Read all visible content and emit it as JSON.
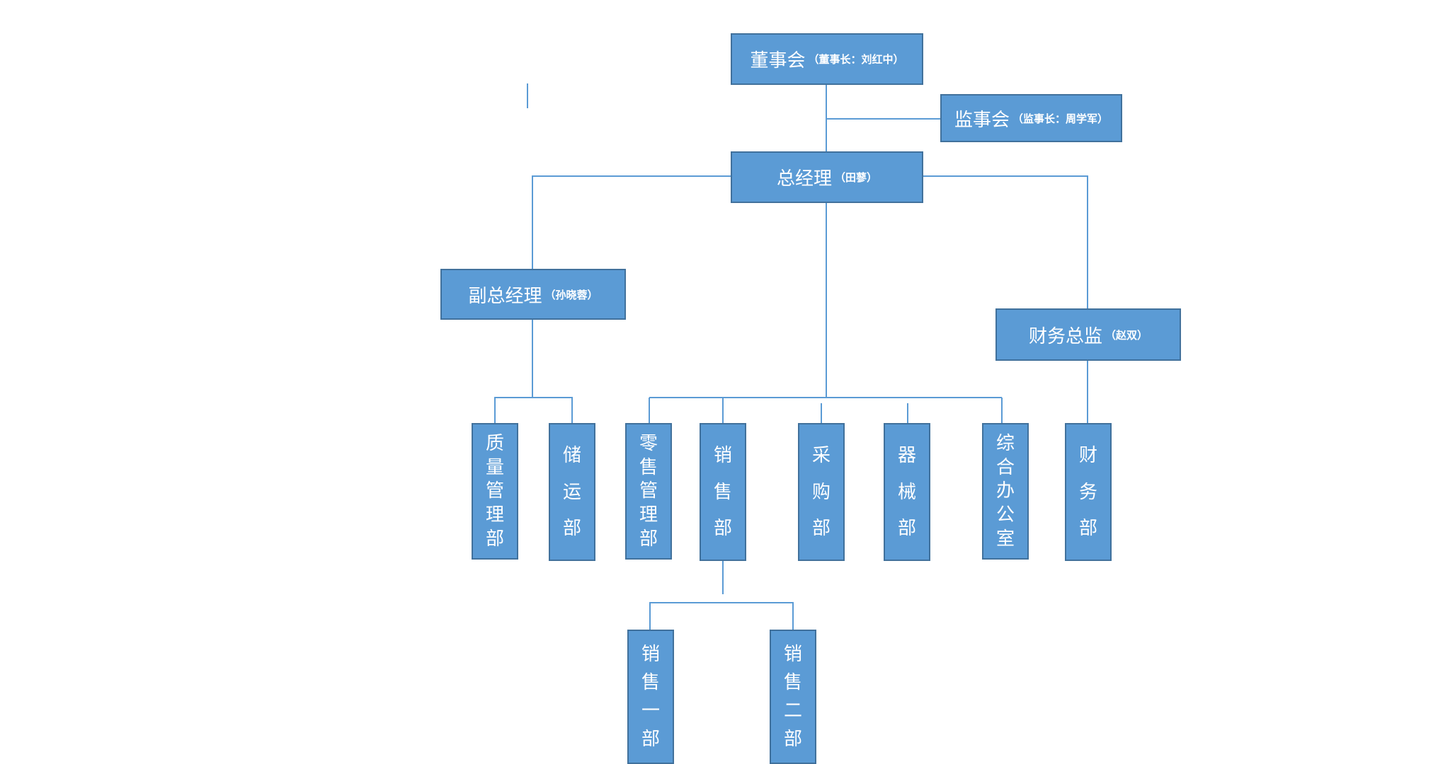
{
  "colors": {
    "box_fill": "#5b9bd5",
    "box_border": "#41719c",
    "line": "#5b9bd5",
    "text": "#ffffff"
  },
  "nodes": {
    "board": {
      "title": "董事会",
      "sub": "（董事长：刘红中）"
    },
    "supervisors": {
      "title": "监事会",
      "sub": "（监事长：周学军）"
    },
    "gm": {
      "title": "总经理",
      "sub": "（田蓼）"
    },
    "deputy_gm": {
      "title": "副总经理",
      "sub": "（孙晓蓉）"
    },
    "cfo": {
      "title": "财务总监",
      "sub": "（赵双）"
    },
    "quality_dept": {
      "title": "质量管理部"
    },
    "storage_dept": {
      "title": "储运部"
    },
    "retail_dept": {
      "title": "零售管理部"
    },
    "sales_dept": {
      "title": "销售部"
    },
    "purchase_dept": {
      "title": "采购部"
    },
    "equipment_dept": {
      "title": "器械部"
    },
    "admin_office": {
      "title": "综合办公室"
    },
    "finance_dept": {
      "title": "财务部"
    },
    "sales_1": {
      "title": "销售一部"
    },
    "sales_2": {
      "title": "销售二部"
    }
  }
}
